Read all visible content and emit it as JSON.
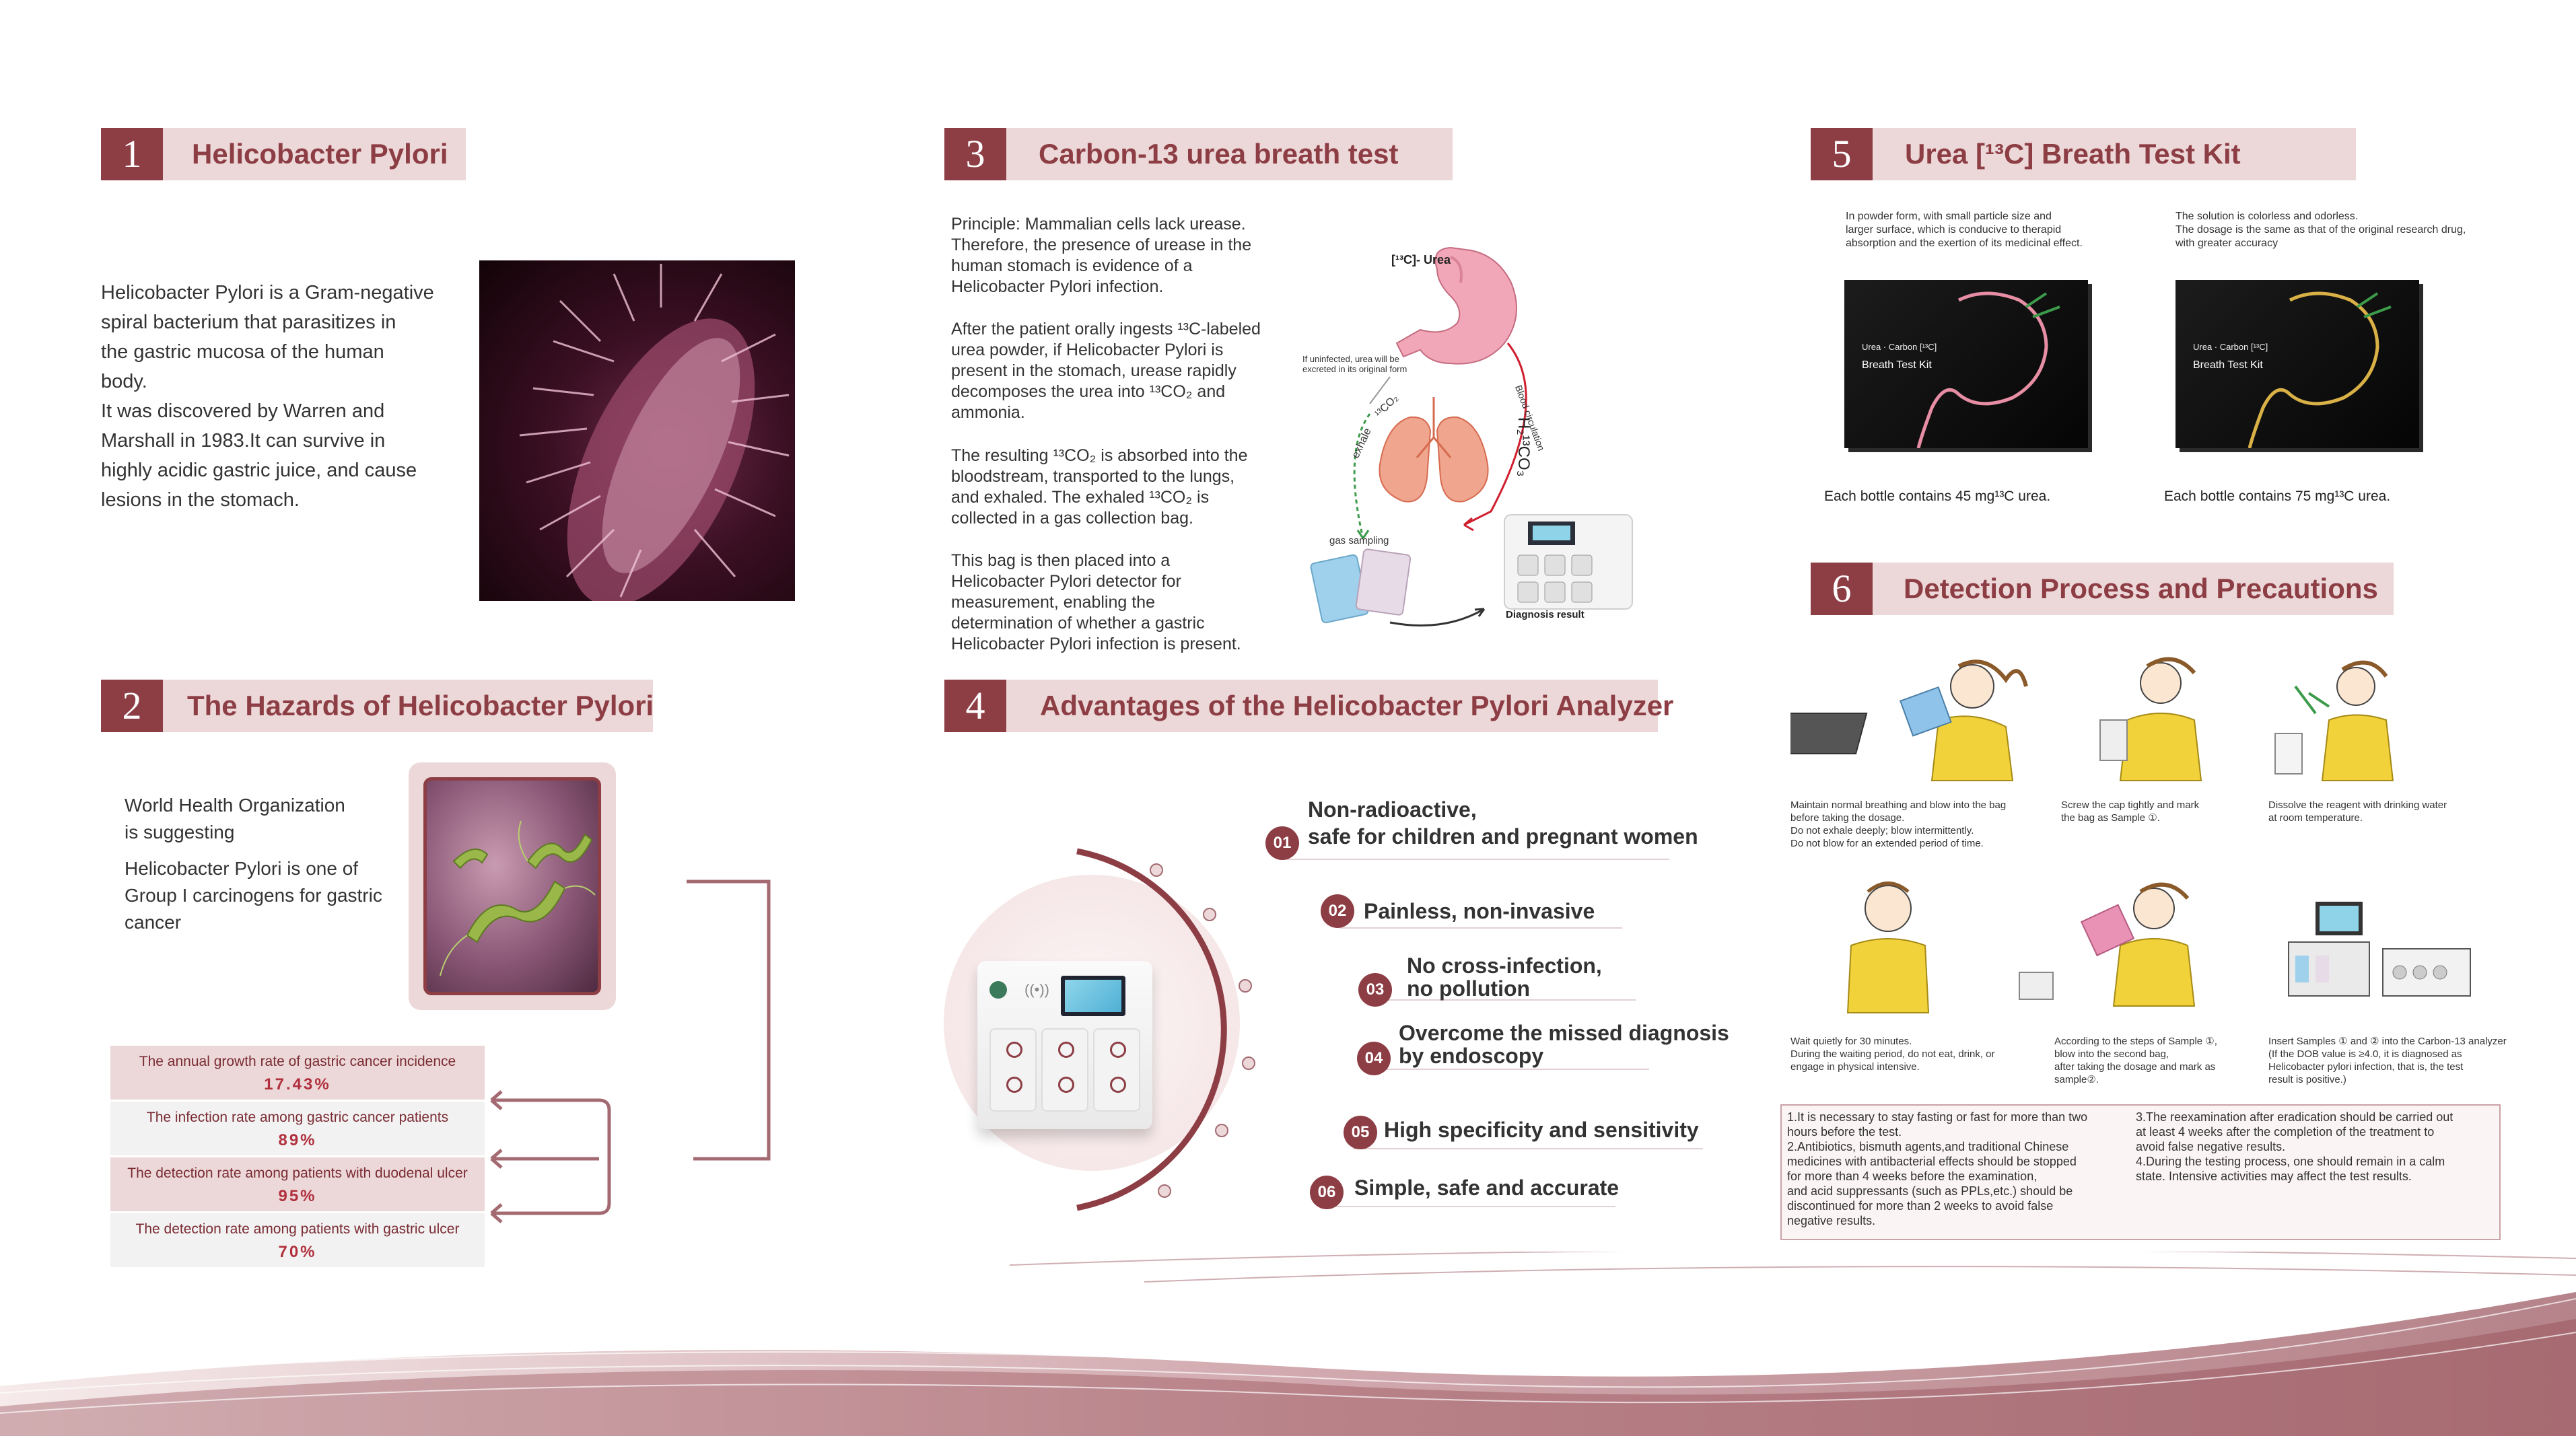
{
  "s1": {
    "num": "1",
    "title": "Helicobacter Pylori",
    "lines": [
      "Helicobacter Pylori is a Gram-negative",
      "spiral bacterium that parasitizes in",
      "the gastric mucosa of the human",
      "body.",
      "It was discovered by Warren and",
      "Marshall  in 1983.It can survive in",
      "highly  acidic gastric juice, and cause",
      "lesions in the stomach."
    ]
  },
  "s2": {
    "num": "2",
    "title": "The Hazards of Helicobacter Pylori",
    "who_lines": [
      "World Health Organization",
      "is suggesting"
    ],
    "carc_lines": [
      "Helicobacter Pylori is one of",
      "Group  I carcinogens for gastric",
      "cancer"
    ],
    "stats": [
      {
        "label": "The annual growth rate of gastric cancer incidence",
        "value": "17.43%",
        "bg": "#ecd8d8"
      },
      {
        "label": "The infection rate among gastric cancer patients",
        "value": "89%",
        "bg": "#f2f2f2"
      },
      {
        "label": "The detection rate among patients with duodenal ulcer",
        "value": "95%",
        "bg": "#ecd8d8"
      },
      {
        "label": "The detection rate among patients with gastric ulcer",
        "value": "70%",
        "bg": "#f2f2f2"
      }
    ]
  },
  "s3": {
    "num": "3",
    "title": "Carbon-13 urea breath test",
    "p1": [
      "Principle: Mammalian cells lack urease.",
      "Therefore, the presence of urease in the",
      "human stomach is evidence of a",
      "Helicobacter Pylori  infection."
    ],
    "p2": [
      "After the patient orally ingests ¹³C-labeled",
      "urea powder, if Helicobacter  Pylori is",
      "present in the stomach, urease rapidly",
      "decomposes the urea into ¹³CO₂ and",
      "ammonia."
    ],
    "p3": [
      "The resulting ¹³CO₂ is absorbed into the",
      "bloodstream, transported to the lungs,",
      "and exhaled. The exhaled ¹³CO₂ is",
      "collected in a gas collection bag."
    ],
    "p4": [
      "This bag is then placed into a",
      "Helicobacter  Pylori detector for",
      "measurement, enabling the",
      "determination of whether a gastric",
      "Helicobacter Pylori infection is present."
    ],
    "diagram": {
      "urea_label": "[¹³C]- Urea",
      "uninfected_1": "If uninfected, urea will be",
      "uninfected_2": "excreted in its original form",
      "exhale": "exhale",
      "co2": "¹³CO₂",
      "h2co3": "H₂¹³CO₃",
      "blood": "Blood circulation",
      "gas_sampling": "gas sampling",
      "diagnosis": "Diagnosis result"
    }
  },
  "s4": {
    "num": "4",
    "title": "Advantages of the Helicobacter Pylori Analyzer",
    "items": [
      {
        "n": "01",
        "l1": "Non-radioactive,",
        "l2": "safe for children and pregnant women"
      },
      {
        "n": "02",
        "l1": "Painless, non-invasive",
        "l2": ""
      },
      {
        "n": "03",
        "l1": "No cross-infection,",
        "l2": "no pollution"
      },
      {
        "n": "04",
        "l1": "Overcome the missed diagnosis",
        "l2": "by endoscopy"
      },
      {
        "n": "05",
        "l1": "High specificity and sensitivity",
        "l2": ""
      },
      {
        "n": "06",
        "l1": "Simple, safe and accurate",
        "l2": ""
      }
    ]
  },
  "s5": {
    "num": "5",
    "title": "Urea [¹³C] Breath Test Kit",
    "left_notes": [
      "In powder form, with small particle size and",
      "larger surface, which is conducive to therapid",
      "absorption and the exertion of its medicinal effect."
    ],
    "right_notes": [
      "The solution is colorless and odorless.",
      "The dosage is the same as that of the original research drug,",
      "with greater accuracy"
    ],
    "box_small": "Urea · Carbon [¹³C]",
    "box_name": "Breath Test Kit",
    "cap_left": "Each bottle contains 45 mg¹³C urea.",
    "cap_right": "Each bottle contains 75 mg¹³C urea."
  },
  "s6": {
    "num": "6",
    "title": "Detection Process and Precautions",
    "steps": [
      [
        "Maintain normal breathing and blow into the bag",
        "before taking the dosage.",
        "Do not exhale deeply; blow intermittently.",
        "Do not blow for an extended period of time."
      ],
      [
        "Screw the cap tightly and mark",
        "the bag as Sample ①."
      ],
      [
        "Dissolve the reagent with drinking water",
        "at room temperature."
      ],
      [
        "Wait quietly for 30 minutes.",
        "During the waiting period, do not eat, drink, or",
        "engage in physical intensive."
      ],
      [
        "According to the steps of Sample ①,",
        "blow into the second bag,",
        "after taking the dosage and mark as",
        "sample②."
      ],
      [
        "Insert Samples ① and ② into the Carbon-13 analyzer",
        "(If the DOB value is ≥4.0, it is diagnosed as",
        "Helicobacter pylori infection, that is, the test",
        "result is positive.)"
      ]
    ],
    "notes_left": [
      "1.It is necessary to stay fasting or fast for more than two",
      "hours before the test.",
      "2.Antibiotics, bismuth agents,and traditional Chinese",
      "medicines with antibacterial effects should be stopped",
      "for more than 4 weeks before the examination,",
      "and acid suppressants (such as PPLs,etc.) should be",
      "discontinued for more than 2 weeks to avoid false",
      "negative results."
    ],
    "notes_right": [
      "3.The reexamination after eradication should be carried out",
      "at least 4 weeks after the completion of the treatment to",
      "avoid false negative results.",
      "4.During the testing process, one should remain in a calm",
      "state. Intensive activities may affect the test results."
    ]
  },
  "colors": {
    "accent": "#8d3d44",
    "header_bg": "#ecd8d8",
    "value": "#b0303d"
  }
}
